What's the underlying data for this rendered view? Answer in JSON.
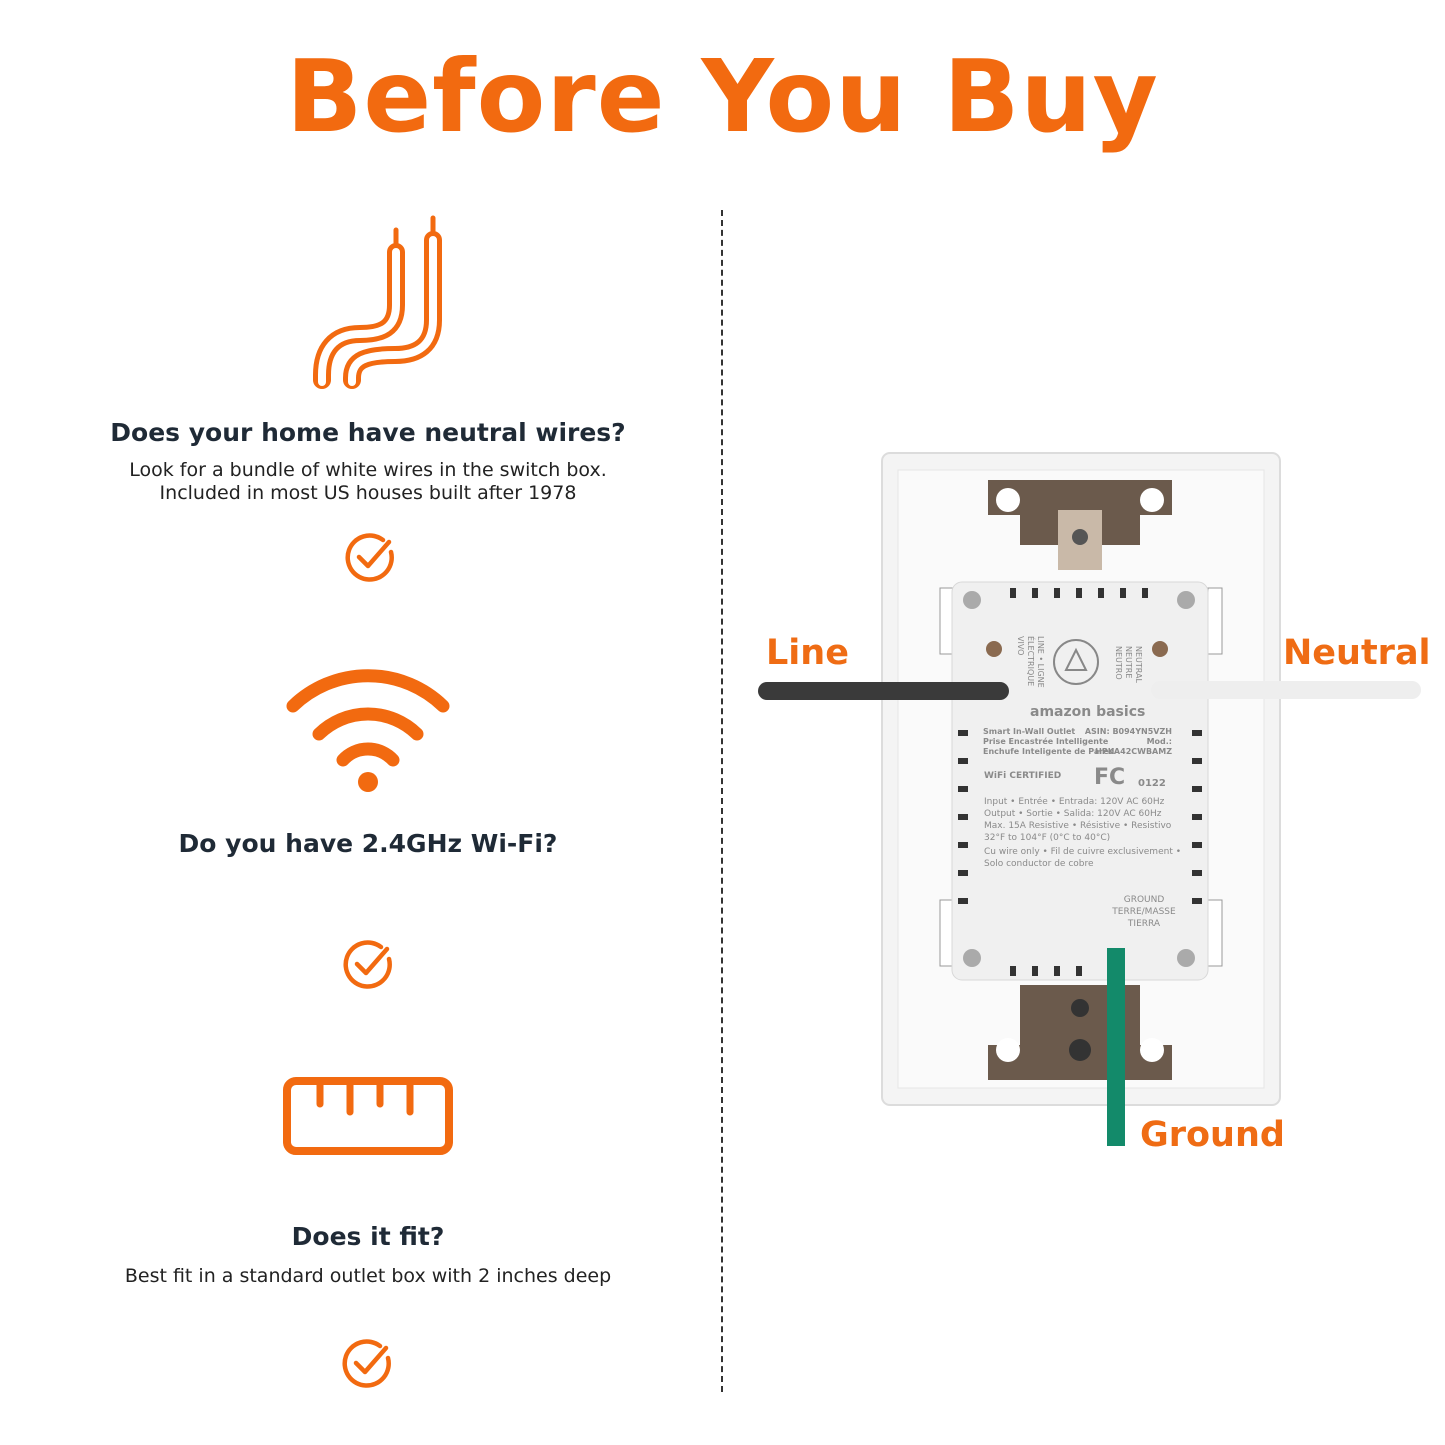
{
  "title": "Before You Buy",
  "colors": {
    "accent": "#f26a10",
    "line_wire": "#3a3a3a",
    "neutral_wire": "#eeeeee",
    "ground_wire": "#138a6a"
  },
  "items": [
    {
      "icon": "wires-icon",
      "question": "Does your home have neutral wires?",
      "description_lines": [
        "Look for a bundle of white wires in the switch box.",
        "Included in most US houses built after 1978"
      ],
      "check": "check-circle-icon"
    },
    {
      "icon": "wifi-icon",
      "question": "Do you have 2.4GHz Wi-Fi?",
      "check": "check-circle-icon"
    },
    {
      "icon": "ruler-icon",
      "question": "Does it fit?",
      "description_lines": [
        "Best fit in a standard outlet box with 2 inches deep"
      ],
      "check": "check-circle-icon"
    }
  ],
  "diagram": {
    "labels": {
      "line": "Line",
      "neutral": "Neutral",
      "ground": "Ground"
    },
    "device": {
      "brand": "amazon basics",
      "product_lines": [
        "Smart In-Wall Outlet",
        "Prise Encastrée Intelligente",
        "Enchufe Inteligente de Pared"
      ],
      "asin": "ASIN: B094YN5VZH",
      "model_label": "Mod.:",
      "model": "HPKA42CWBAMZ",
      "wifi_logo": "WiFi CERTIFIED",
      "fcc_logo": "FC",
      "fcc_code": "0122",
      "specs": [
        "Input • Entrée • Entrada: 120V AC 60Hz",
        "Output • Sortie • Salida: 120V AC 60Hz",
        "Max. 15A Resistive • Résistive • Resistivo",
        "32°F to 104°F (0°C to 40°C)",
        "Cu wire only • Fil de cuivre exclusivement •",
        "Solo conductor de cobre"
      ],
      "line_terminal": [
        "LINE • LIGNE",
        "ÉLECTRIQUE",
        "VIVO"
      ],
      "neutral_terminal": [
        "NEUTRAL",
        "NEUTRE",
        "NEUTRO"
      ],
      "ground_terminal": [
        "GROUND",
        "TERRE/MASSE",
        "TIERRA"
      ]
    }
  }
}
